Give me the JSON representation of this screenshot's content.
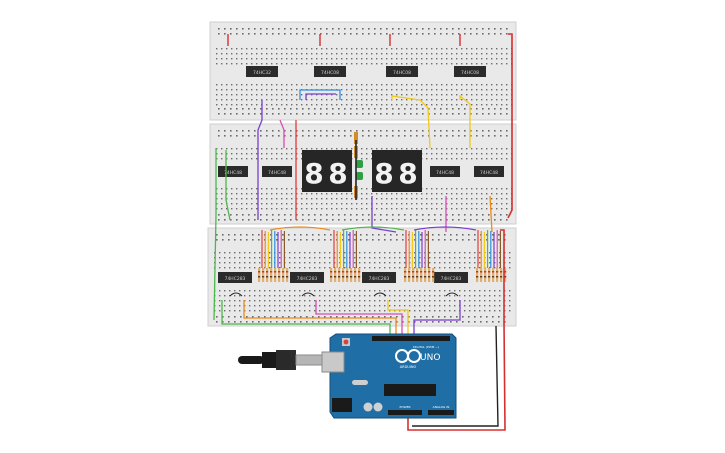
{
  "colors": {
    "board": "#e9e9e9",
    "board_edge": "#cfcfcf",
    "hole": "#6b6b6b",
    "rail_red": "#d53030",
    "rail_black": "#222222",
    "chip": "#2b2b2b",
    "chip_label": "#cfcfcf",
    "seg_body": "#262626",
    "seg_on": "#f2f2f2",
    "arduino": "#1f6ea6",
    "arduino_dark": "#144e78",
    "wire_palette": [
      "#e23c3c",
      "#f08a1a",
      "#f2c81c",
      "#4cb84c",
      "#2f8fe0",
      "#7a3fd0",
      "#d84fb4",
      "#8a5a2b",
      "#9a9a9a",
      "#222222"
    ]
  },
  "breadboards": [
    {
      "name": "top",
      "chips": [
        "74HC32",
        "74HC08",
        "74HC08",
        "74HC08"
      ]
    },
    {
      "name": "middle",
      "chips": [
        "74HC48",
        "74HC48",
        "74HC48",
        "74HC48"
      ],
      "displays": [
        {
          "digits": [
            "8",
            "8"
          ]
        },
        {
          "digits": [
            "8",
            "8"
          ]
        }
      ],
      "resistor_color": "#d28c2a",
      "led_color": "#2ea043"
    },
    {
      "name": "bottom",
      "chips": [
        "74HC283",
        "74HC283",
        "74HC283",
        "74HC283"
      ]
    }
  ],
  "arduino": {
    "model_label": "UNO",
    "brand_label": "ARDUINO",
    "digital_label": "DIGITAL (PWM ~)",
    "power_label": "POWER",
    "analog_label": "ANALOG IN",
    "icon": "infinity-logo-icon"
  },
  "usb_cable": {
    "icon": "usb-plug-icon"
  }
}
